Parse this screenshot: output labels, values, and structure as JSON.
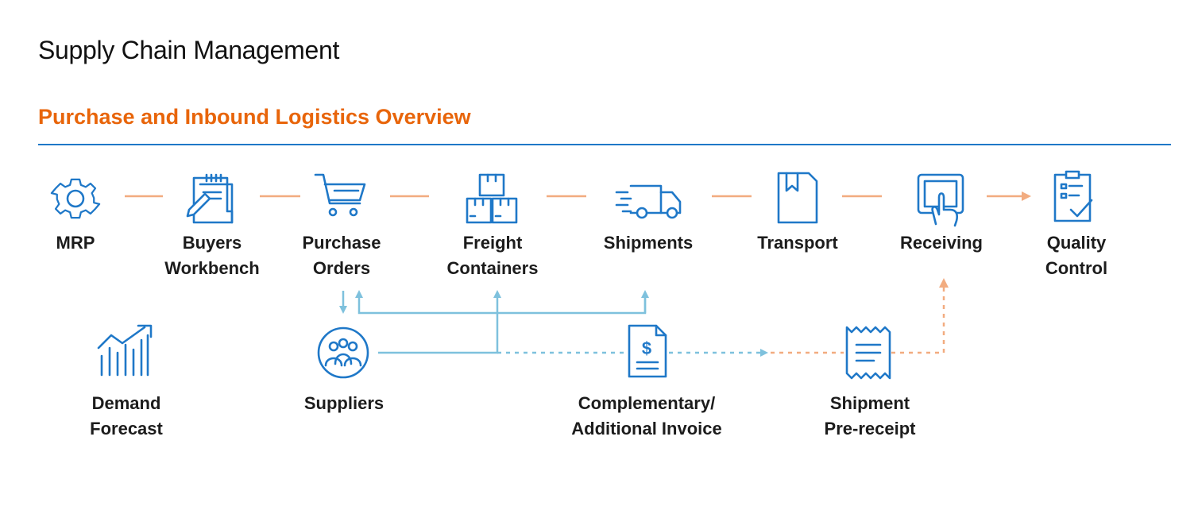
{
  "header": {
    "title": "Supply Chain Management",
    "subtitle": "Purchase and Inbound Logistics Overview"
  },
  "colors": {
    "accent_orange": "#e8650a",
    "icon_blue": "#1f78c8",
    "connector_orange": "#f2ac80",
    "connector_blue": "#7ec1dd",
    "rule_blue": "#1f78c8"
  },
  "process": [
    {
      "label": "MRP",
      "icon": "gear-icon"
    },
    {
      "label": "Buyers\nWorkbench",
      "icon": "document-pen-icon"
    },
    {
      "label": "Purchase\nOrders",
      "icon": "shopping-cart-icon"
    },
    {
      "label": "Freight\nContainers",
      "icon": "stacked-boxes-icon"
    },
    {
      "label": "Shipments",
      "icon": "delivery-truck-icon"
    },
    {
      "label": "Transport",
      "icon": "folder-icon"
    },
    {
      "label": "Receiving",
      "icon": "touch-screen-icon"
    },
    {
      "label": "Quality\nControl",
      "icon": "checklist-icon"
    }
  ],
  "secondary": [
    {
      "label": "Demand\nForecast",
      "icon": "growth-chart-icon"
    },
    {
      "label": "Suppliers",
      "icon": "people-group-icon"
    },
    {
      "label": "Complementary/\nAdditional Invoice",
      "icon": "dollar-invoice-icon"
    },
    {
      "label": "Shipment\nPre-receipt",
      "icon": "receipt-icon"
    }
  ]
}
